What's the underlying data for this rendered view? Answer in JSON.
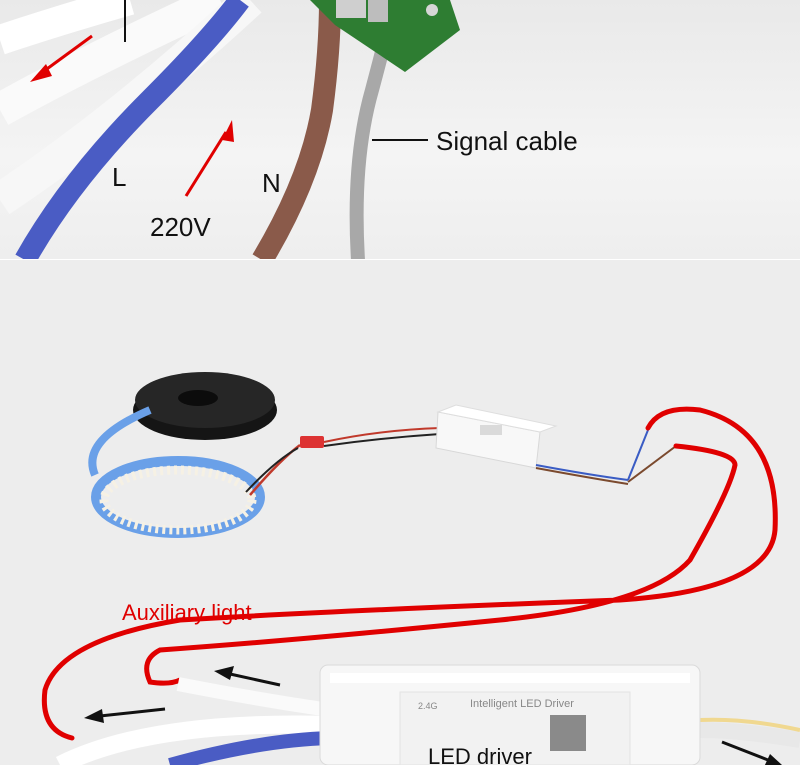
{
  "top_panel": {
    "labels": {
      "live": "L",
      "neutral": "N",
      "voltage": "220V",
      "signal": "Signal cable"
    }
  },
  "bottom_panel": {
    "labels": {
      "auxiliary": "Auxiliary light",
      "driver": "LED driver"
    },
    "main_driver": {
      "band": "2.4G",
      "title": "Intelligent LED Driver"
    }
  },
  "colors": {
    "annotation_red": "#e00000",
    "blue_wire": "#4a5cc4",
    "brown_wire": "#8a5a4a",
    "gray_wire": "#a8a8a8",
    "pcb_green": "#2e7d32"
  }
}
